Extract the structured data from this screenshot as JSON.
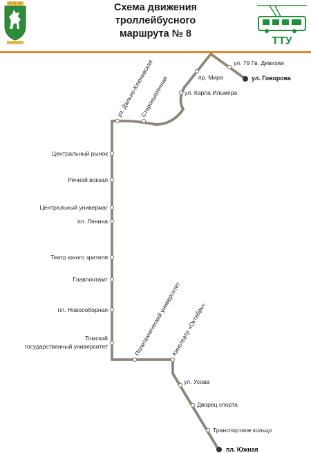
{
  "title": {
    "line1": "Схема движения",
    "line2": "троллейбусного",
    "line3": "маршрута № 8"
  },
  "logo": {
    "text": "ТТУ"
  },
  "colors": {
    "route_line": "#8e8477",
    "stop_fill": "#ffffff",
    "terminus": "#333333",
    "rule": "#e08a2c",
    "crest": "#2e8b3a",
    "logo": "#1f8f3a"
  },
  "stops": {
    "gv79": "ул. 79 Гв. Дивизии",
    "govorova": "ул. Говорова",
    "mira": "пр. Мира",
    "ilmera": "ул. Карла Ильмера",
    "dalnekl": "ул. Дальне-Ключевская",
    "staro": "Старокшатечная",
    "rynok": "Центральный рынок",
    "vokzal": "Речной вокзал",
    "univermag": "Центральный универмаг",
    "lenina": "пл. Ленина",
    "teatr": "Театр юного зрителя",
    "glav": "Главпочтамт",
    "novosob": "пл. Новособорная",
    "tgu1": "Томский",
    "tgu2": "государственный университет",
    "polytech": "Политехнический университет",
    "oktyabr": "Кинотеатр «Октябрь»",
    "usova": "ул. Усова",
    "dvorets": "Дворец спорта",
    "transport": "Транспортное кольцо",
    "yuzhnaya": "пл. Южная"
  }
}
